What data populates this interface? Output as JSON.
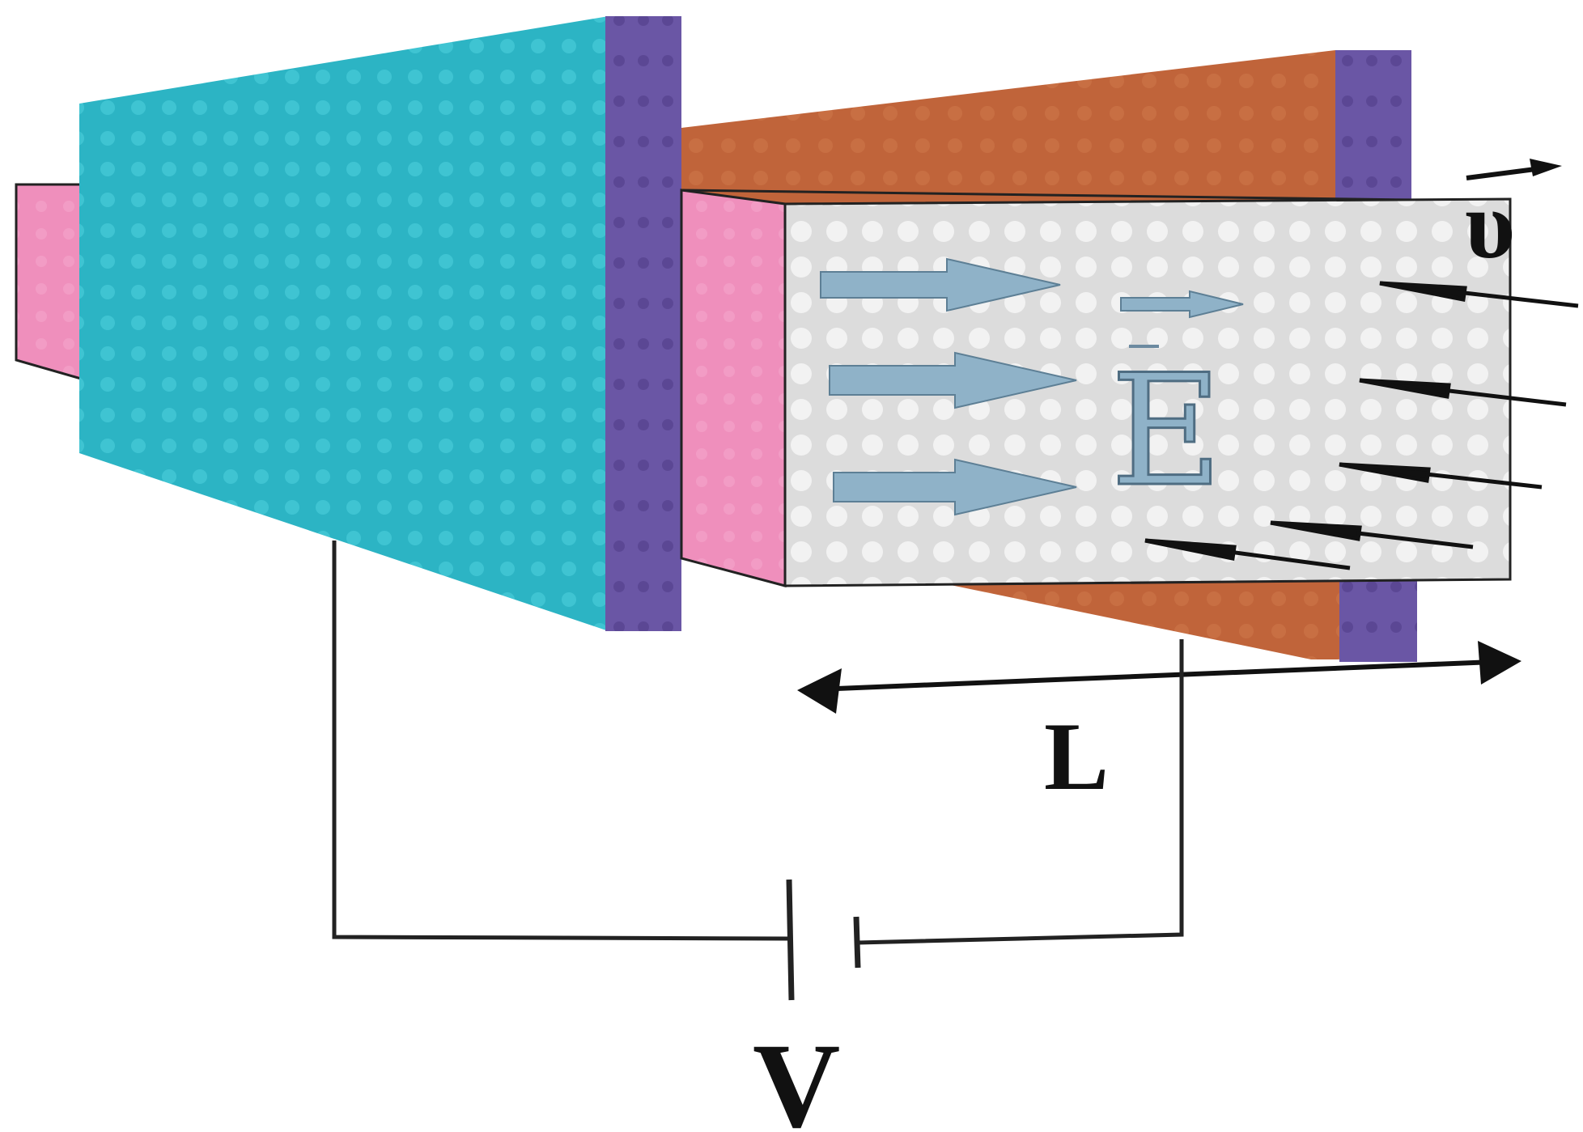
{
  "labels": {
    "velocity": "υ",
    "field": "E",
    "length": "L",
    "voltage": "V"
  },
  "colors": {
    "cyan_electrode": "#2fb6c6",
    "violet_plate": "#6b58a6",
    "orange_electrode": "#c2663a",
    "pink_channel": "#ee8fba",
    "channel_fill": "#e2e2e2",
    "field_arrow": "#8fb2c8",
    "field_arrow_stroke": "#5d7f95",
    "wire": "#222222"
  },
  "icons": {
    "field_arrows": "right-arrow",
    "particle_streaks": "left-dart-arrow",
    "length_marker": "double-headed-arrow",
    "source": "battery-symbol"
  }
}
